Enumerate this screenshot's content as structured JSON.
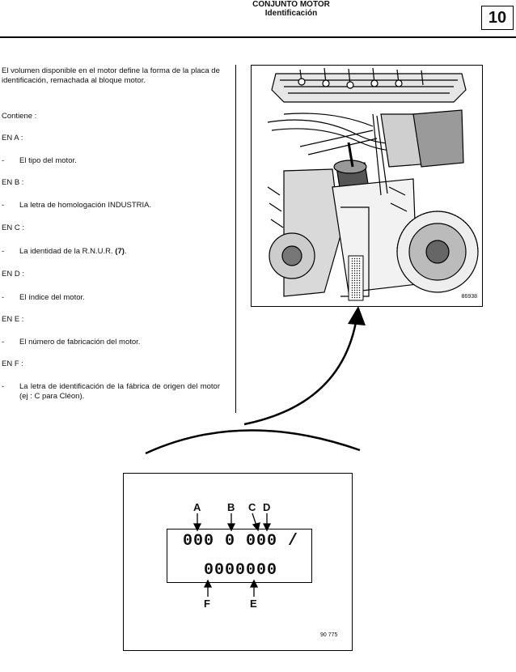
{
  "header": {
    "title": "CONJUNTO MOTOR",
    "subtitle": "Identificación",
    "chapter": "10"
  },
  "text": {
    "intro": "El volumen disponible en el motor define la forma de la placa de identificación, remachada al bloque motor.",
    "contains": "Contiene :",
    "sections": [
      {
        "heading": "EN A :",
        "dash": "-",
        "item": "El tipo del motor."
      },
      {
        "heading": "EN B :",
        "dash": "-",
        "item": "La letra de homologación INDUSTRIA."
      },
      {
        "heading": "EN C :",
        "dash": "-",
        "item": "La identidad de la R.N.U.R.",
        "item_bold": "(7)",
        "item_end": "."
      },
      {
        "heading": "EN D :",
        "dash": "-",
        "item": "El índice del motor."
      },
      {
        "heading": "EN E :",
        "dash": "-",
        "item": "El número de fabricación del motor."
      },
      {
        "heading": "EN F :",
        "dash": "-",
        "item": "La letra de identificación de la fábrica de origen del motor (ej : C para Cléon)."
      }
    ]
  },
  "figures": {
    "photo_ref": "86938",
    "plate_ref": "90 775",
    "labels": {
      "a": "A",
      "b": "B",
      "c": "C",
      "d": "D",
      "e": "E",
      "f": "F"
    },
    "plate_line1": "000 0 000 /",
    "plate_line2": "0000000"
  }
}
